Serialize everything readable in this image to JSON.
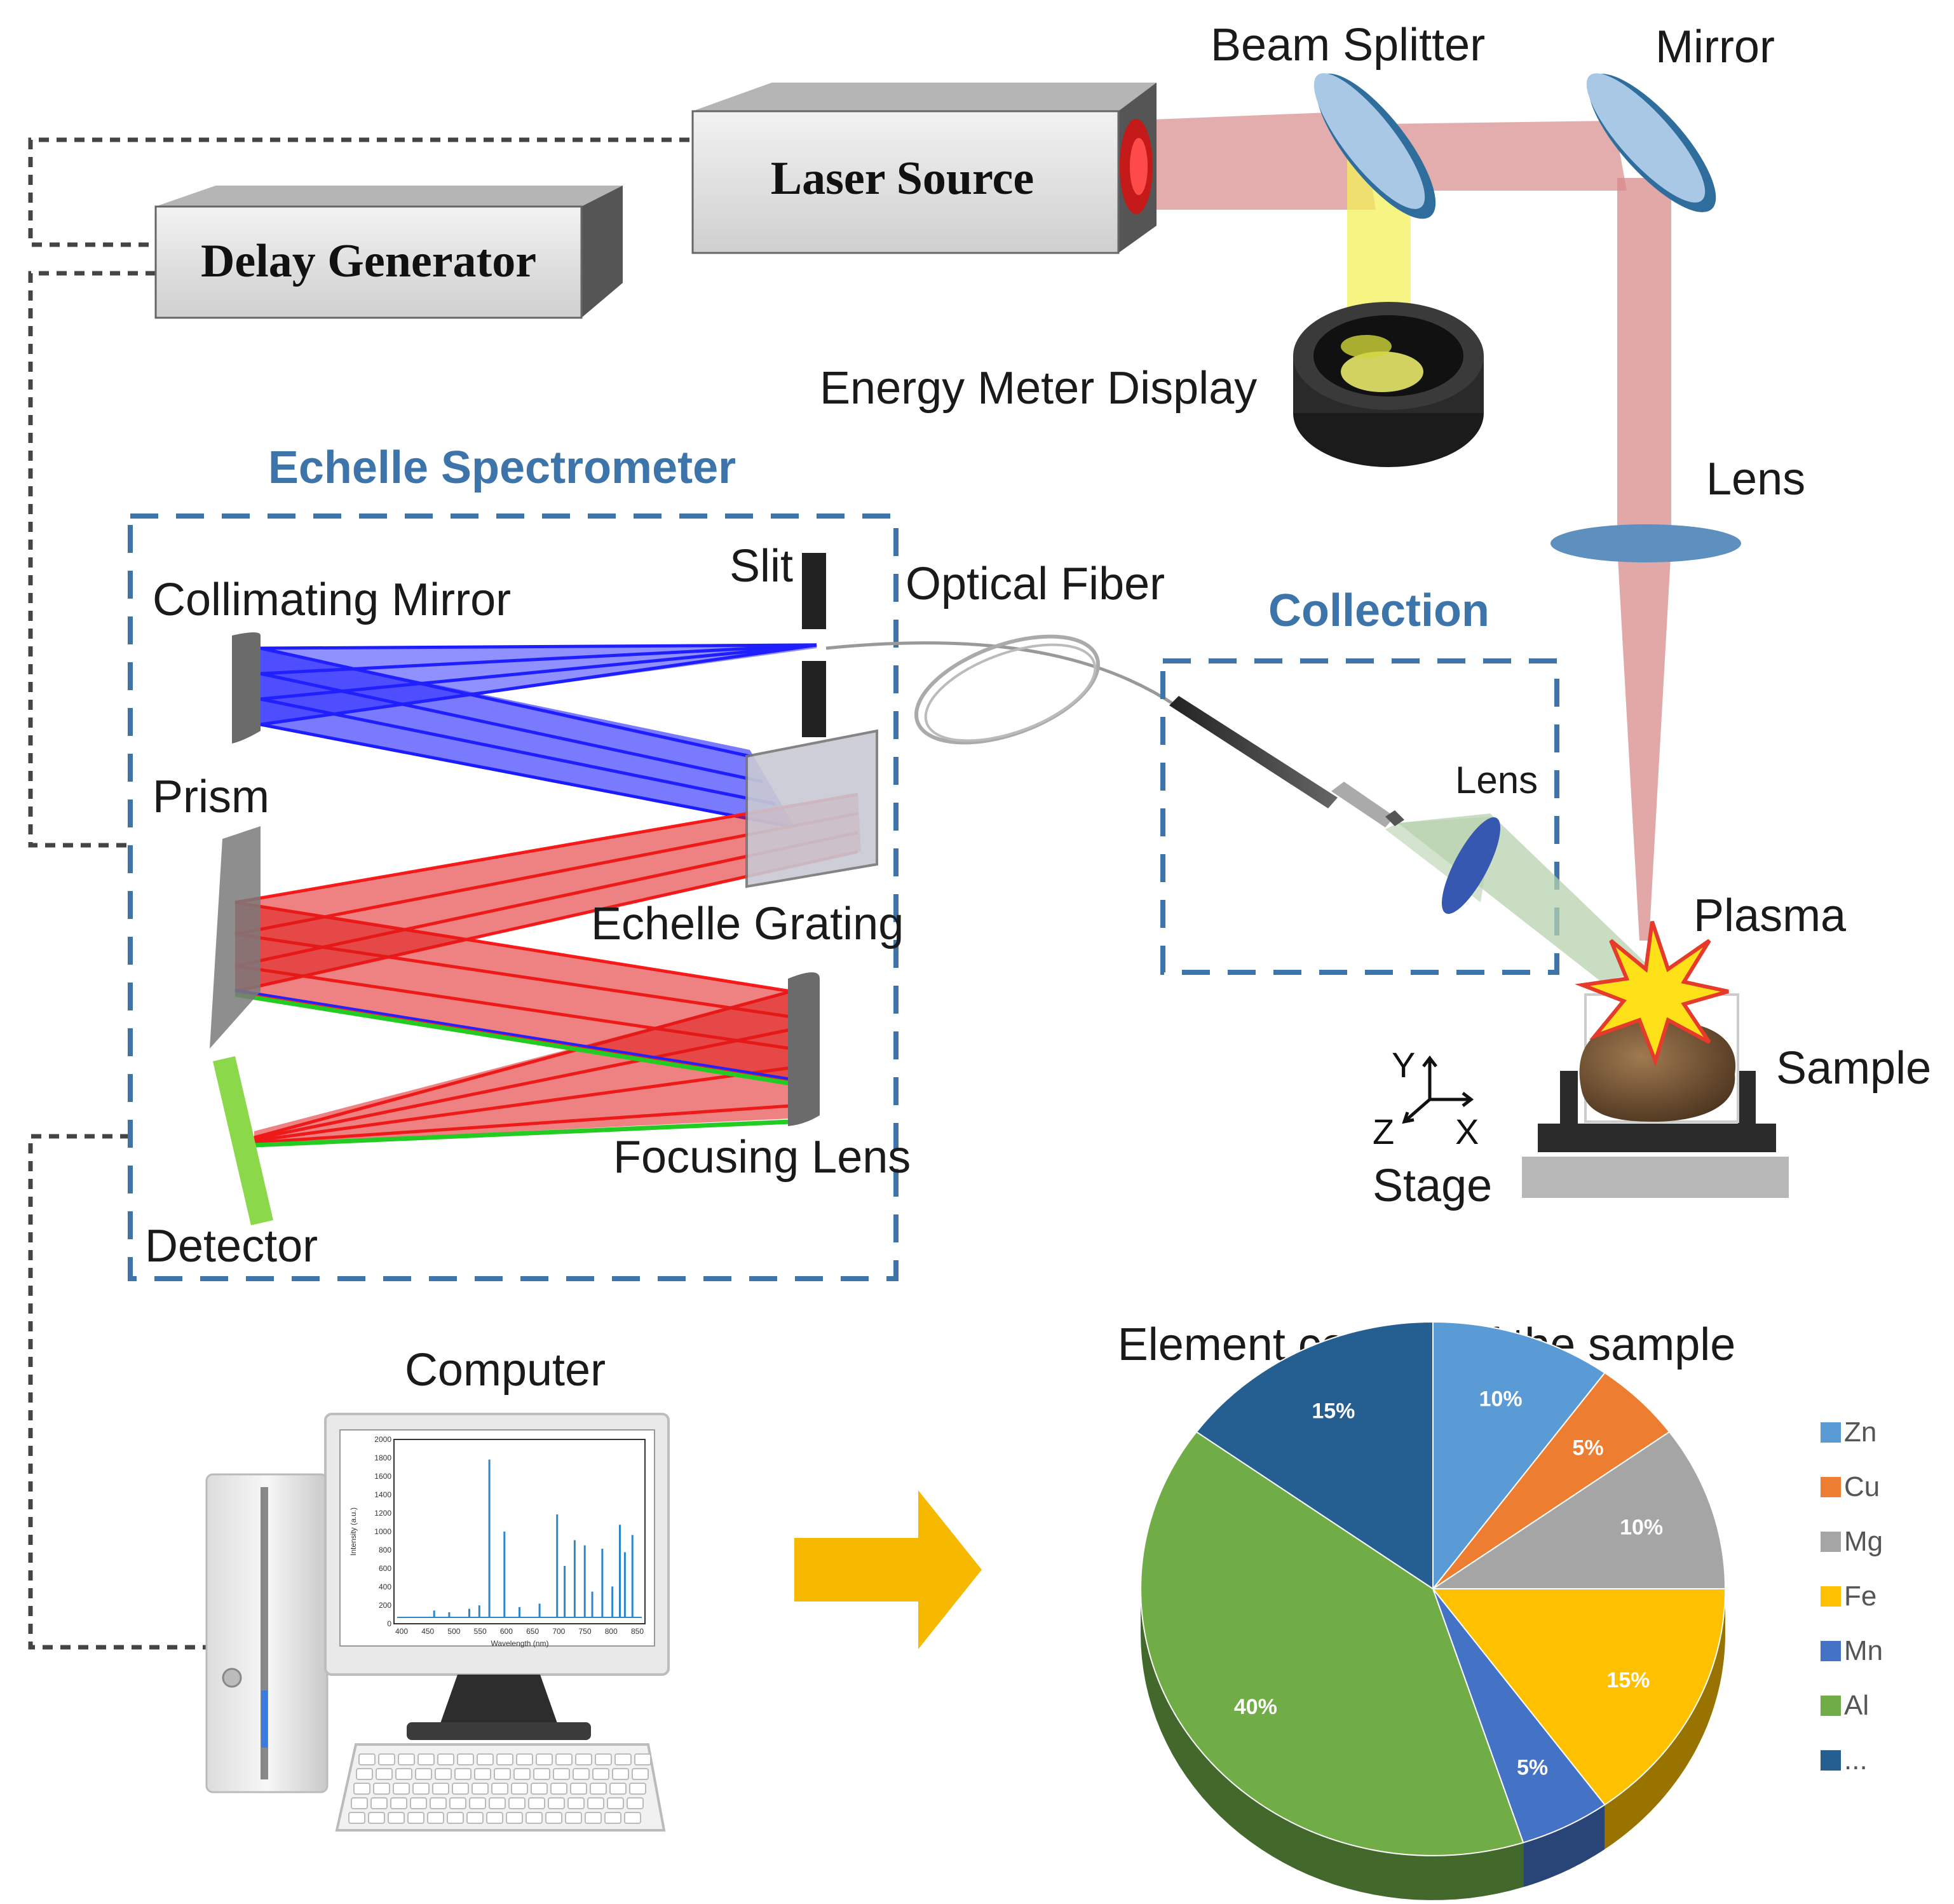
{
  "labels": {
    "laser_source": "Laser Source",
    "delay_generator": "Delay Generator",
    "beam_splitter": "Beam Splitter",
    "mirror": "Mirror",
    "energy_meter": "Energy Meter Display",
    "lens_top": "Lens",
    "echelle_spectrometer": "Echelle Spectrometer",
    "collimating_mirror": "Collimating Mirror",
    "slit": "Slit",
    "optical_fiber": "Optical Fiber",
    "collection": "Collection",
    "lens_collection": "Lens",
    "prism": "Prism",
    "echelle_grating": "Echelle Grating",
    "plasma": "Plasma",
    "sample": "Sample",
    "axis_y": "Y",
    "axis_z": "Z",
    "axis_x": "X",
    "stage": "Stage",
    "focusing_lens": "Focusing Lens",
    "detector": "Detector",
    "computer": "Computer"
  },
  "monitor_plot": {
    "ylabel": "Intensity (a.u.)",
    "xlabel": "Wavelength (nm)",
    "x_ticks": [
      "400",
      "450",
      "500",
      "550",
      "600",
      "650",
      "700",
      "750",
      "800",
      "850"
    ],
    "y_ticks": [
      "0",
      "200",
      "400",
      "600",
      "800",
      "1000",
      "1200",
      "1400",
      "1600",
      "1800",
      "2000"
    ]
  },
  "chart_data": {
    "type": "pie",
    "title": "Element content of the sample",
    "categories": [
      "Zn",
      "Cu",
      "Mg",
      "Fe",
      "Mn",
      "Al",
      "..."
    ],
    "values": [
      10,
      5,
      10,
      15,
      5,
      40,
      15
    ],
    "value_labels": [
      "10%",
      "5%",
      "10%",
      "15%",
      "5%",
      "40%",
      "15%"
    ],
    "colors": [
      "#5b9bd5",
      "#ed7d31",
      "#a5a5a5",
      "#ffc000",
      "#4472c4",
      "#70ad47",
      "#255e91"
    ],
    "legend": "right"
  }
}
